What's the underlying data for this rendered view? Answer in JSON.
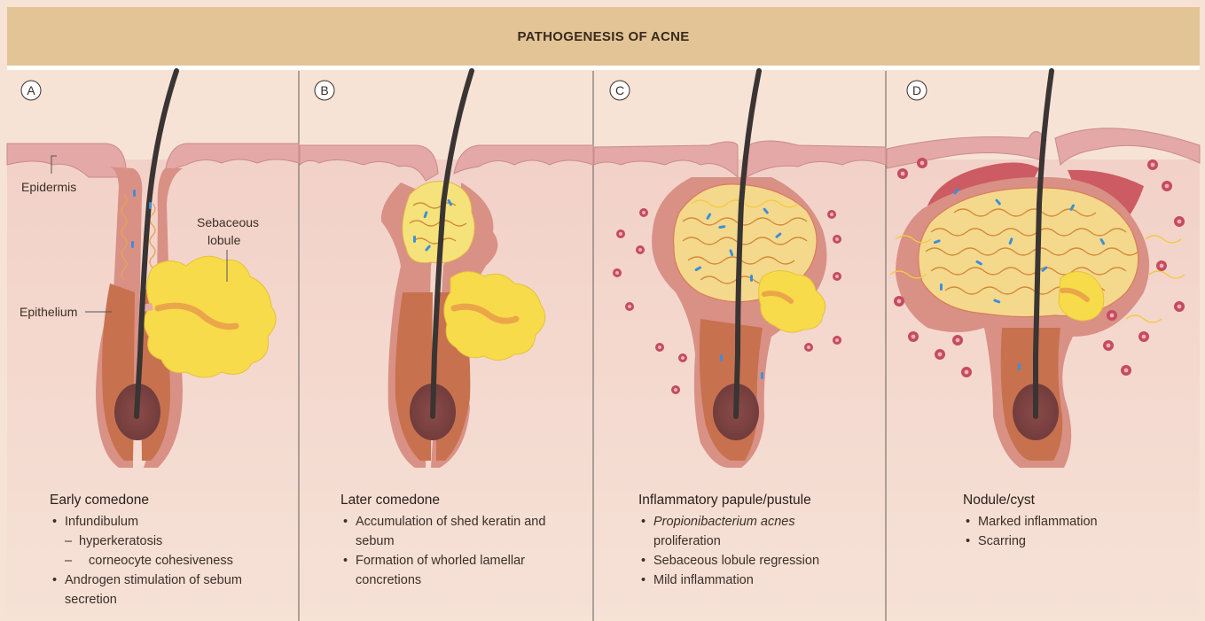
{
  "header": {
    "title": "PATHOGENESIS OF ACNE"
  },
  "panels": [
    {
      "letter": "A",
      "title": "Early comedone",
      "bullets": [
        {
          "text": "Infundibulum",
          "subs": [
            {
              "text": "hyperkeratosis"
            },
            {
              "text": "corneocyte cohesiveness"
            }
          ]
        },
        {
          "text": "Androgen stimulation of sebum secretion"
        }
      ]
    },
    {
      "letter": "B",
      "title": "Later comedone",
      "bullets": [
        {
          "text": "Accumulation of shed keratin and sebum"
        },
        {
          "text": "Formation of whorled lamellar concretions"
        }
      ]
    },
    {
      "letter": "C",
      "title": "Inflammatory papule/pustule",
      "bullets": [
        {
          "italic": "Propionibacterium acnes",
          "text": "proliferation"
        },
        {
          "text": "Sebaceous lobule regression"
        },
        {
          "text": "Mild inflammation"
        }
      ]
    },
    {
      "letter": "D",
      "title": "Nodule/cyst",
      "bullets": [
        {
          "text": "Marked inflammation"
        },
        {
          "text": "Scarring"
        }
      ]
    }
  ],
  "labels": {
    "epidermis": "Epidermis",
    "sebaceous_line1": "Sebaceous",
    "sebaceous_line2": "lobule",
    "epithelium": "Epithelium"
  },
  "colors": {
    "header": "#e3c496",
    "background": "#f7e3d6",
    "epidermis": "#e2a3a3",
    "follicle": "#c56f52",
    "hair": "#3a3433",
    "sebum": "#f6db4c",
    "bacteria": "#3d8fd9",
    "inflammatory_cell": "#c44c60"
  }
}
